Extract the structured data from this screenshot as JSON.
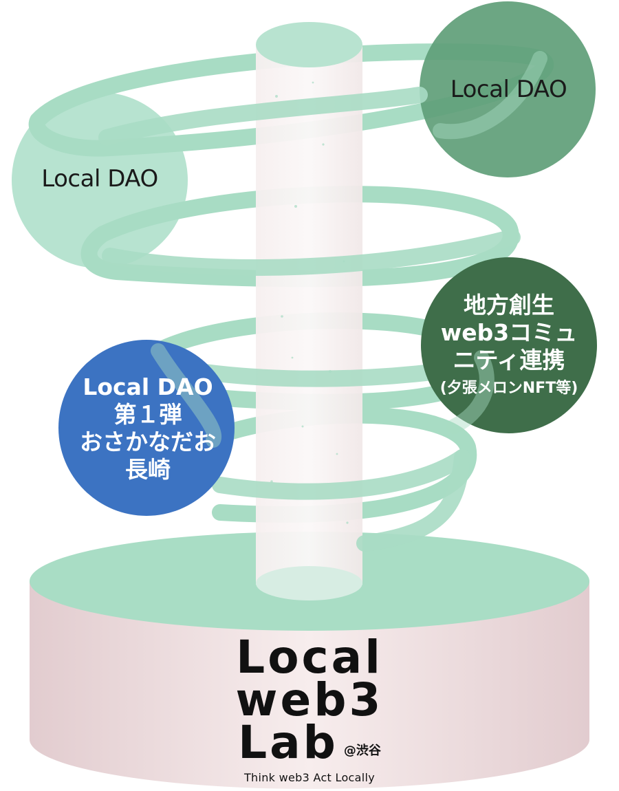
{
  "nodes": {
    "light_left": {
      "label": "Local DAO"
    },
    "green_top": {
      "label": "Local DAO"
    },
    "blue": {
      "lines": [
        "Local DAO",
        "第１弾",
        "おさかなだお",
        "長崎"
      ]
    },
    "dark": {
      "lines": [
        "地方創生",
        "web3コミュ",
        "ニティ連携"
      ],
      "small": "(夕張メロンNFT等)"
    }
  },
  "logo": {
    "line1": "Local",
    "line2": "web3",
    "line3": "Lab",
    "sub": "@渋谷",
    "tagline": "Think web3 Act Locally"
  },
  "colors": {
    "spiral": "#a8dcc4",
    "light_bubble": "#b7e3d0",
    "green_bubble": "#5f9e78",
    "blue_bubble": "#3c73c2",
    "dark_bubble": "#3f6e4a",
    "pedestal_top": "#a9ddc5",
    "pedestal_side": "#eedfe0",
    "logo_accent": "#3a6e3e"
  }
}
